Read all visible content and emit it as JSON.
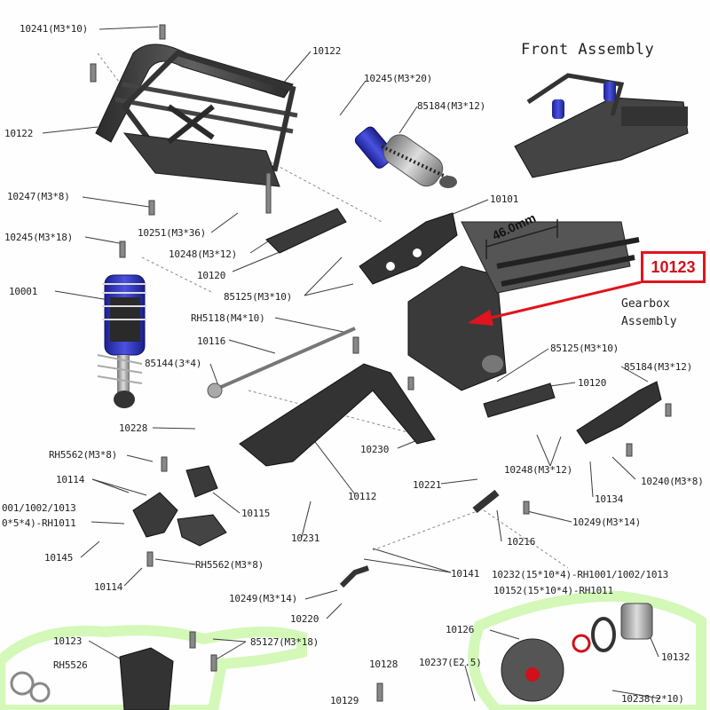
{
  "title": "Front Assembly",
  "callout": {
    "part_number": "10123",
    "label_line1": "Gearbox",
    "label_line2": "Assembly"
  },
  "dimension": "46.0mm",
  "colors": {
    "callout_red": "#e0141e",
    "shock_blue": "#2a2fb5",
    "part_dark": "#3a3a3a",
    "glow_green": "#b8f28a"
  },
  "labels": {
    "l10241": "10241(M3*10)",
    "l10122a": "10122",
    "l10122b": "10122",
    "l10245a": "10245(M3*20)",
    "l85184a": "85184(M3*12)",
    "l10247": "10247(M3*8)",
    "l10101": "10101",
    "l10245b": "10245(M3*18)",
    "l10251": "10251(M3*36)",
    "l10248a": "10248(M3*12)",
    "l10120a": "10120",
    "l10001": "10001",
    "l85125a": "85125(M3*10)",
    "lRH5118": "RH5118(M4*10)",
    "l10116": "10116",
    "l85125b": "85125(M3*10)",
    "l85144": "85144(3*4)",
    "l10120b": "10120",
    "l85184b": "85184(M3*12)",
    "l10228": "10228",
    "l10230": "10230",
    "lRH5562a": "RH5562(M3*8)",
    "l10248b": "10248(M3*12)",
    "l10240": "10240(M3*8)",
    "l10114a": "10114",
    "l10221": "10221",
    "l1001": "001/1002/1013",
    "l10112": "10112",
    "l10134": "10134",
    "lRH1011a": "0*5*4)-RH1011",
    "l10115": "10115",
    "l10249a": "10249(M3*14)",
    "l10216": "10216",
    "l10231": "10231",
    "l10145": "10145",
    "lRH5562b": "RH5562(M3*8)",
    "l10114b": "10114",
    "l10141": "10141",
    "l10232": "10232(15*10*4)-RH1001/1002/1013",
    "l10249b": "10249(M3*14)",
    "l10152": "10152(15*10*4)-RH1011",
    "l10220": "10220",
    "l10126": "10126",
    "l10123b": "10123",
    "l85127": "85127(M3*18)",
    "lRH5526": "RH5526",
    "l10128": "10128",
    "l10237": "10237(E2.5)",
    "l10132": "10132",
    "l10129": "10129",
    "l10238": "10238(2*10)"
  }
}
